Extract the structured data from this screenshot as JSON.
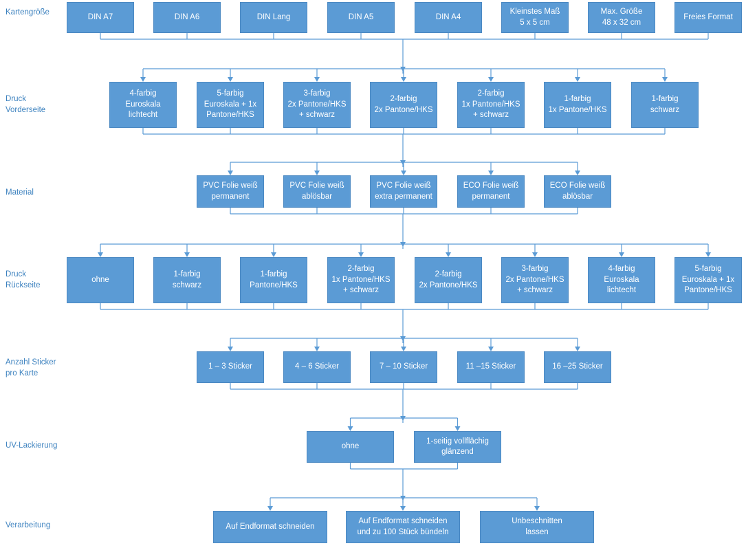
{
  "colors": {
    "box_fill": "#5b9bd5",
    "line": "#5b9bd5",
    "label_text": "#3d82bf",
    "box_text": "#ffffff"
  },
  "rows": [
    {
      "id": "kartengroesse",
      "label": [
        "Kartengröße"
      ],
      "options": [
        [
          "DIN A7"
        ],
        [
          "DIN A6"
        ],
        [
          "DIN Lang"
        ],
        [
          "DIN A5"
        ],
        [
          "DIN A4"
        ],
        [
          "Kleinstes Maß",
          "5 x 5 cm"
        ],
        [
          "Max. Größe",
          "48 x 32 cm"
        ],
        [
          "Freies Format"
        ]
      ]
    },
    {
      "id": "druck-vorderseite",
      "label": [
        "Druck",
        "Vorderseite"
      ],
      "options": [
        [
          "4-farbig",
          "Euroskala",
          "lichtecht"
        ],
        [
          "5-farbig",
          "Euroskala + 1x",
          "Pantone/HKS"
        ],
        [
          "3-farbig",
          "2x Pantone/HKS",
          "+ schwarz"
        ],
        [
          "2-farbig",
          "2x Pantone/HKS"
        ],
        [
          "2-farbig",
          "1x Pantone/HKS",
          "+ schwarz"
        ],
        [
          "1-farbig",
          "1x Pantone/HKS"
        ],
        [
          "1-farbig",
          "schwarz"
        ]
      ]
    },
    {
      "id": "material",
      "label": [
        "Material"
      ],
      "options": [
        [
          "PVC Folie weiß",
          "permanent"
        ],
        [
          "PVC Folie weiß",
          "ablösbar"
        ],
        [
          "PVC Folie weiß",
          "extra permanent"
        ],
        [
          "ECO Folie weiß",
          "permanent"
        ],
        [
          "ECO Folie weiß",
          "ablösbar"
        ]
      ]
    },
    {
      "id": "druck-rueckseite",
      "label": [
        "Druck",
        "Rückseite"
      ],
      "options": [
        [
          "ohne"
        ],
        [
          "1-farbig",
          "schwarz"
        ],
        [
          "1-farbig",
          "Pantone/HKS"
        ],
        [
          "2-farbig",
          "1x Pantone/HKS",
          "+ schwarz"
        ],
        [
          "2-farbig",
          "2x Pantone/HKS"
        ],
        [
          "3-farbig",
          "2x Pantone/HKS",
          "+ schwarz"
        ],
        [
          "4-farbig",
          "Euroskala",
          "lichtecht"
        ],
        [
          "5-farbig",
          "Euroskala + 1x",
          "Pantone/HKS"
        ]
      ]
    },
    {
      "id": "anzahl-sticker",
      "label": [
        "Anzahl Sticker",
        "pro Karte"
      ],
      "options": [
        [
          "1 – 3 Sticker"
        ],
        [
          "4 – 6 Sticker"
        ],
        [
          "7 – 10 Sticker"
        ],
        [
          "11 –15 Sticker"
        ],
        [
          "16 –25 Sticker"
        ]
      ]
    },
    {
      "id": "uv-lackierung",
      "label": [
        "UV-Lackierung"
      ],
      "options": [
        [
          "ohne"
        ],
        [
          "1-seitig vollflächig",
          "glänzend"
        ]
      ]
    },
    {
      "id": "verarbeitung",
      "label": [
        "Verarbeitung"
      ],
      "options": [
        [
          "Auf Endformat schneiden"
        ],
        [
          "Auf Endformat schneiden",
          "und zu 100 Stück bündeln"
        ],
        [
          "Unbeschnitten",
          "lassen"
        ]
      ]
    }
  ]
}
